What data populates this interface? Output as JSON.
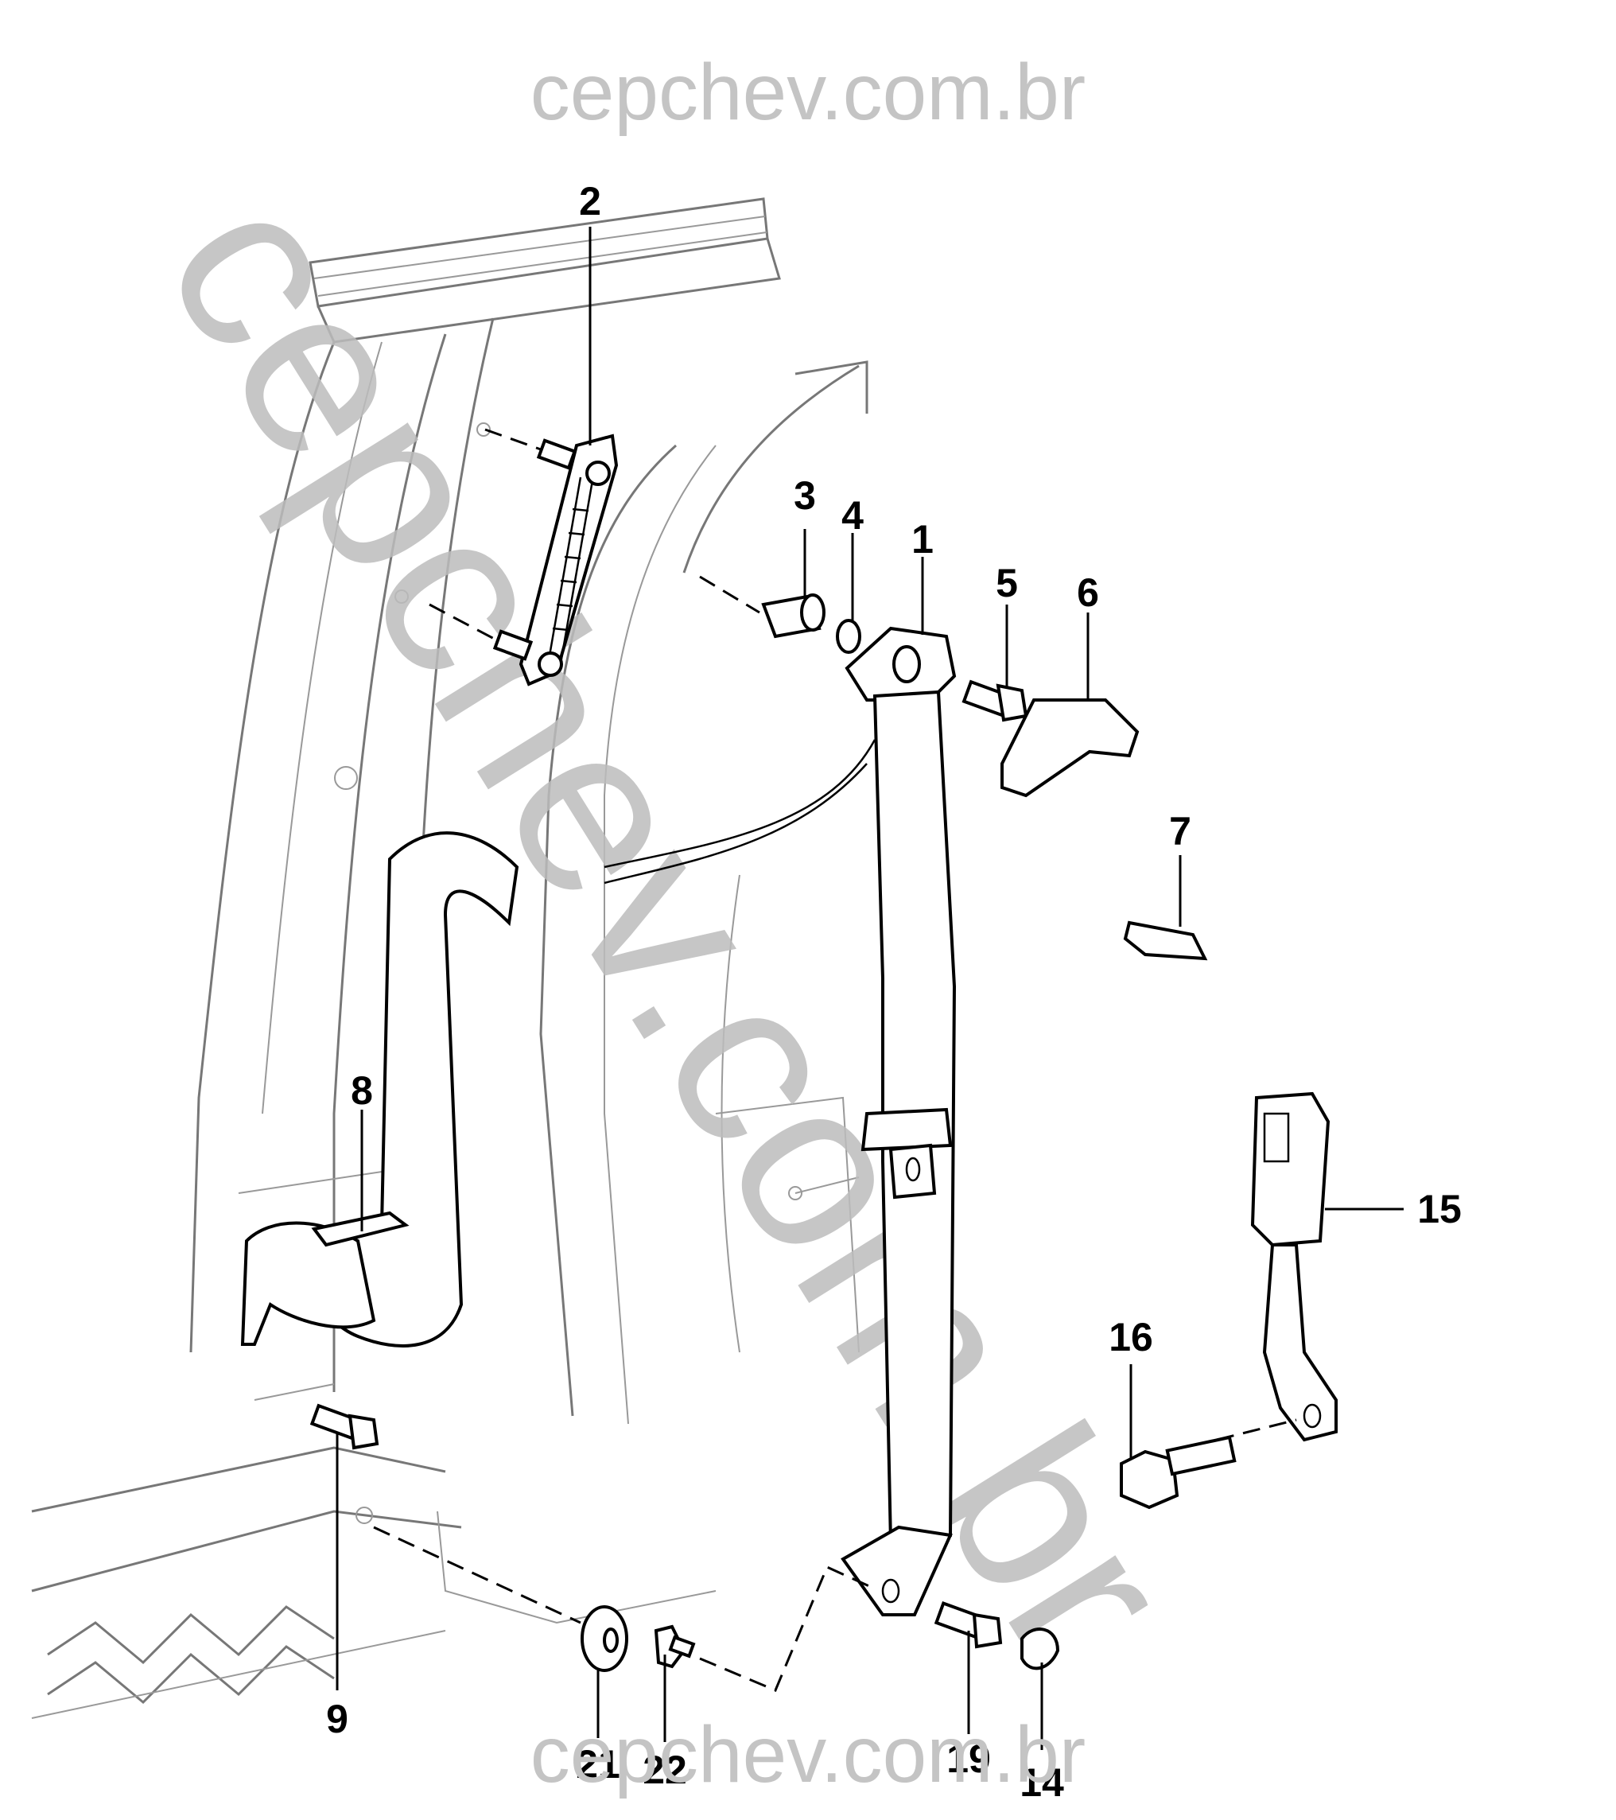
{
  "watermark": {
    "top": "cepchev.com.br",
    "bottom": "cepchev.com.br",
    "diagonal": "cepchev.com.br"
  },
  "callouts": [
    {
      "id": "1",
      "label": "1"
    },
    {
      "id": "2",
      "label": "2"
    },
    {
      "id": "3",
      "label": "3"
    },
    {
      "id": "4",
      "label": "4"
    },
    {
      "id": "5",
      "label": "5"
    },
    {
      "id": "6",
      "label": "6"
    },
    {
      "id": "7",
      "label": "7"
    },
    {
      "id": "8",
      "label": "8"
    },
    {
      "id": "9",
      "label": "9"
    },
    {
      "id": "14",
      "label": "14"
    },
    {
      "id": "15",
      "label": "15"
    },
    {
      "id": "16",
      "label": "16"
    },
    {
      "id": "19",
      "label": "19"
    },
    {
      "id": "21",
      "label": "21"
    },
    {
      "id": "22",
      "label": "22"
    }
  ]
}
